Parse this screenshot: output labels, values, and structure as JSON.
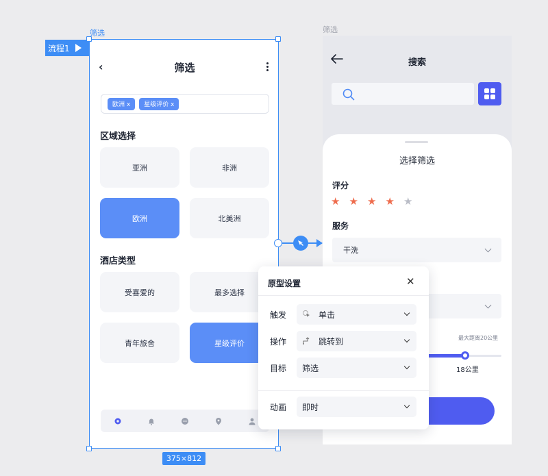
{
  "left_frame": {
    "label": "筛选",
    "flow_badge": "流程1",
    "size_badge": "375×812",
    "header": {
      "back": "‹",
      "title": "筛选",
      "more": "more-vertical-icon"
    },
    "tags": [
      "欧洲 x",
      "星级评价 x"
    ],
    "region": {
      "title": "区域选择",
      "options": [
        {
          "label": "亚洲",
          "selected": false
        },
        {
          "label": "非洲",
          "selected": false
        },
        {
          "label": "欧洲",
          "selected": true
        },
        {
          "label": "北美洲",
          "selected": false
        }
      ]
    },
    "hotel_type": {
      "title": "酒店类型",
      "options": [
        {
          "label": "受喜爱的",
          "selected": false
        },
        {
          "label": "最多选择",
          "selected": false
        },
        {
          "label": "青年旅舍",
          "selected": false
        },
        {
          "label": "星级评价",
          "selected": true
        }
      ]
    },
    "tabbar": [
      "settings-icon",
      "bell-icon",
      "chat-icon",
      "location-pin-icon",
      "user-icon"
    ],
    "accent": "#5b8ef7"
  },
  "right_frame": {
    "label": "筛选",
    "header": {
      "title": "搜索"
    },
    "sheet_title": "选择筛选",
    "rating": {
      "label": "评分",
      "stars": 5,
      "filled": 4,
      "color": "#ee6c4d"
    },
    "service": {
      "label": "服务",
      "value": "干洗"
    },
    "distance": {
      "max_label": "最大距离20公里",
      "value_label": "18公里",
      "max": 20,
      "value": 18
    },
    "accent": "#4f5cf0"
  },
  "popover": {
    "title": "原型设置",
    "rows": [
      {
        "label": "触发",
        "value": "单击",
        "icon": "cursor-click-icon"
      },
      {
        "label": "操作",
        "value": "跳转到",
        "icon": "jump-arrow-icon"
      },
      {
        "label": "目标",
        "value": "筛选"
      }
    ],
    "animation": {
      "label": "动画",
      "value": "即时"
    }
  }
}
